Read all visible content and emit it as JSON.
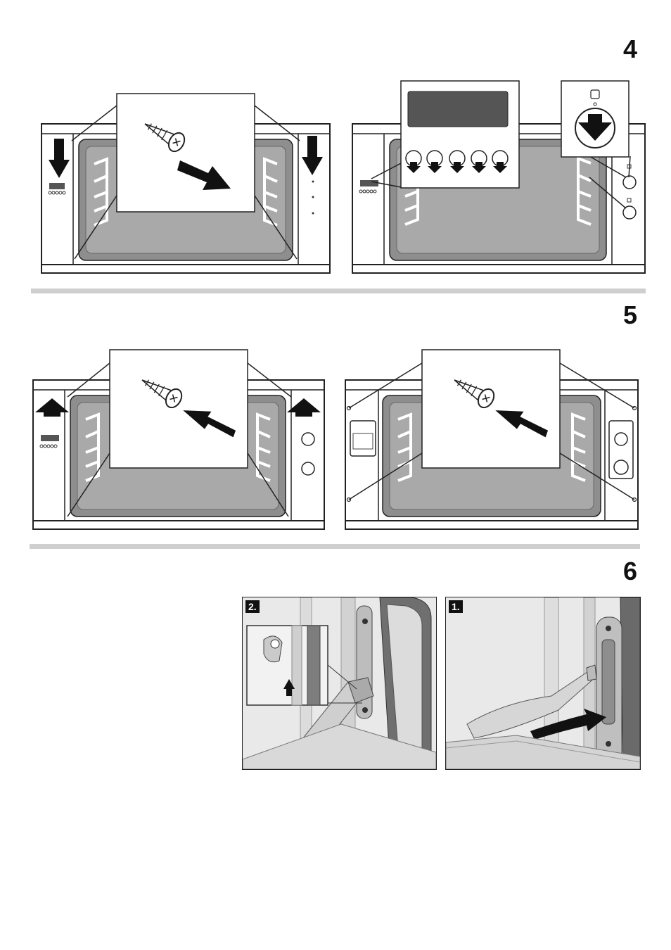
{
  "steps": [
    {
      "number": "4"
    },
    {
      "number": "5"
    },
    {
      "number": "6",
      "photos": [
        {
          "label": "2."
        },
        {
          "label": "1."
        }
      ]
    }
  ]
}
